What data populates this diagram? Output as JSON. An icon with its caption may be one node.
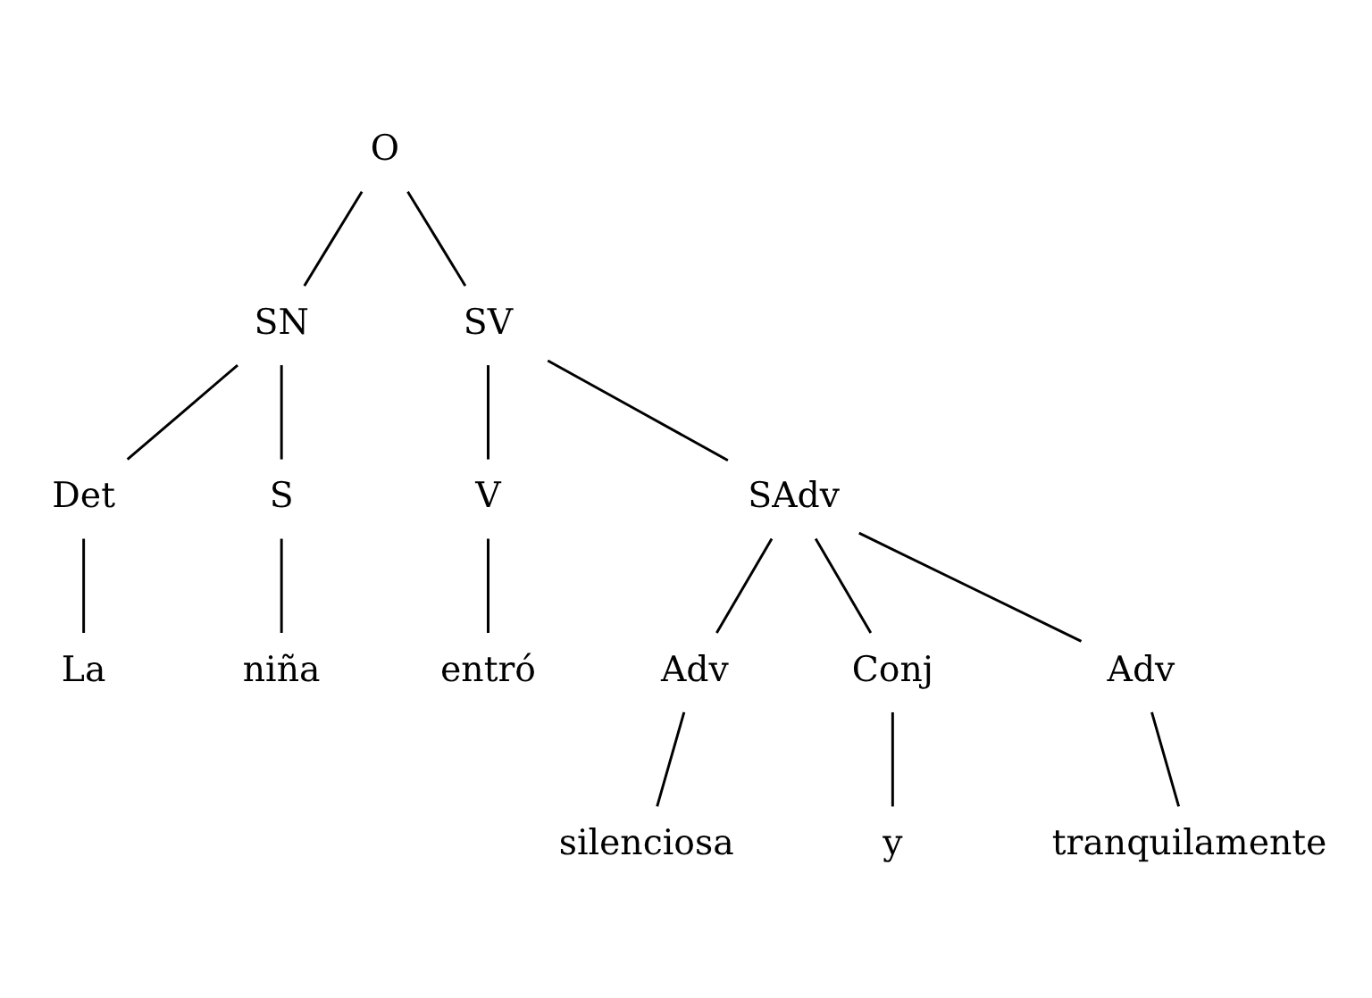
{
  "diagram": {
    "nodes": [
      {
        "text": [
          "O"
        ]
      },
      {
        "text": [
          "SN"
        ]
      },
      {
        "text": [
          "SV"
        ]
      },
      {
        "text": [
          "Det"
        ]
      },
      {
        "text": [
          "S"
        ]
      },
      {
        "text": [
          "V"
        ]
      },
      {
        "text": [
          "SAdv"
        ]
      },
      {
        "text": [
          "La"
        ]
      },
      {
        "text": [
          "niña"
        ]
      },
      {
        "text": [
          "entró"
        ]
      },
      {
        "text": [
          "Adv"
        ]
      },
      {
        "text": [
          "Conj"
        ]
      },
      {
        "text": [
          "Adv"
        ]
      },
      {
        "text": [
          "silenciosa"
        ]
      },
      {
        "text": [
          "y"
        ]
      },
      {
        "text": [
          "tranquilamente"
        ]
      }
    ],
    "edges": [
      {
        "from": 0,
        "to": 1,
        "arrow": "none"
      },
      {
        "from": 0,
        "to": 2,
        "arrow": "none"
      },
      {
        "from": 1,
        "to": 3,
        "arrow": "none"
      },
      {
        "from": 1,
        "to": 4,
        "arrow": "none"
      },
      {
        "from": 2,
        "to": 5,
        "arrow": "none"
      },
      {
        "from": 2,
        "to": 6,
        "arrow": "none"
      },
      {
        "from": 3,
        "to": 7,
        "arrow": "none"
      },
      {
        "from": 4,
        "to": 8,
        "arrow": "none"
      },
      {
        "from": 5,
        "to": 9,
        "arrow": "none"
      },
      {
        "from": 6,
        "to": 10,
        "arrow": "none"
      },
      {
        "from": 6,
        "to": 11,
        "arrow": "none"
      },
      {
        "from": 6,
        "to": 12,
        "arrow": "none"
      },
      {
        "from": 10,
        "to": 13,
        "arrow": "none"
      },
      {
        "from": 11,
        "to": 14,
        "arrow": "none"
      },
      {
        "from": 12,
        "to": 15,
        "arrow": "none"
      }
    ]
  }
}
